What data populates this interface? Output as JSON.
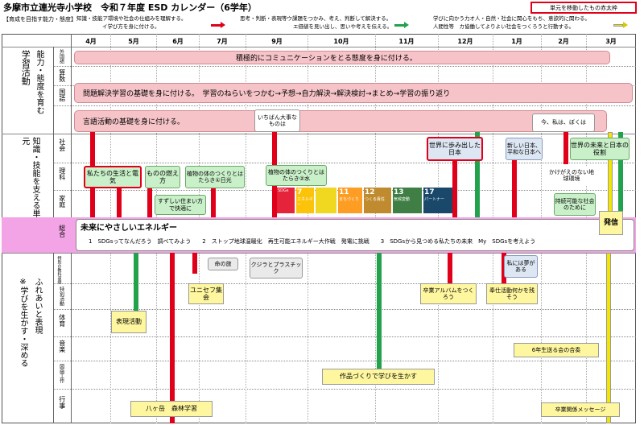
{
  "header": {
    "title": "多摩市立連光寺小学校　令和７年度 ESD カレンダー（6学年）",
    "subtitle": "【育成を目指す能力・態度】",
    "knowledge": "知識・技能ア環境や社会の仕組みを理解する。",
    "knowledge_2": "イ学び方を身に付ける。",
    "thinking": "思考・判断・表現等ウ課題をつかみ、考え、判断して解決する。",
    "thinking_2": "エ価値を見い出し、思いや考えを伝える。",
    "attitude": "学びに向かう力オ人・自然・社会に関心をもち、意欲的に関わる。",
    "attitude_2": "人間性等　カ協働してよりよい社会をつくろうと行動する。",
    "legend": "単元を移動したもの赤太枠"
  },
  "months": [
    "4月",
    "5月",
    "6月",
    "7月",
    "9月",
    "10月",
    "11月",
    "12月",
    "1月",
    "2月",
    "3月"
  ],
  "row_headers": {
    "gakushu": "学習活動",
    "nouryoku": "能力・態度を育む",
    "chishiki": "知識・技能を支える単元",
    "fureai": "ふれあいと表現",
    "fureai_note": "※学びを生かす・深める",
    "gaikokugo": "外国語",
    "sansu": "算数",
    "kokugo": "国語",
    "shakai": "社会",
    "rika": "理科",
    "katei": "家庭",
    "sogo": "総合",
    "tokubetsu_kyoka": "特別の教科道徳",
    "tokubetsu_katsudo": "特別活動",
    "taiiku": "体育",
    "ongaku": "音楽",
    "zuko": "図画工作",
    "gyoji": "行事"
  },
  "bars": {
    "gaikokugo": "積極的にコミュニケーションをとる態度を身に付ける。",
    "sansu": "問題解決学習の基礎を身に付ける。　学習のねらいをつかむ→予想→自力解決→解決検討→まとめ→学習の振り返り",
    "kokugo": "言語活動の基礎を身に付ける。"
  },
  "boxes": {
    "ichiban": "いちばん大事なものは",
    "ima_watashi": "今、私は、ぼくは",
    "sekai_ayumi": "世界に歩み出した日本",
    "atarashii_nihon": "新しい日本、平和な日本へ",
    "sekai_mirai": "世界の未来と日本の役割",
    "watashitachi_seikatsu": "私たちの生活と電気",
    "mono_moekata": "ものの燃え方",
    "shokubutsu_hikari": "植物の体のつくりとはたらき①日光",
    "shokubutsu_mizu": "植物の体のつくりとはたらき②水",
    "kagayaki": "かけがえのない地球環境",
    "zukishii": "すずしい住まい方で快適に",
    "jizoku": "持続可能な社会のために",
    "hasshin": "発信",
    "inochi": "命の旅",
    "kujira": "クジラとプラスチック",
    "watashi_yume": "私には夢がある",
    "unicef": "ユニセフ集会",
    "sotsugyo_album": "卒業アルバムをつくろう",
    "hoshi": "奉仕活動何かを残そう",
    "hyogen": "表現活動",
    "rokunen": "6年生送る会の合奏",
    "sakuhin": "作品づくりで学びを生かす",
    "yatsugatake": "八ヶ岳　森林学習",
    "sotsugyo_msg": "卒業関係メッセージ"
  },
  "sogo": {
    "title": "未来にやさしいエネルギー",
    "steps": "1　SDGsってなんだろう　調べてみよう　　2　ストップ地球温暖化　再生可能エネルギー大作戦　発電に挑戦　　3　SDGsから見つめる私たちの未来　My　SDGsを考えよう"
  },
  "sdgs": [
    {
      "num": "7",
      "label": "エネルギー",
      "color": "#fcc30b"
    },
    {
      "num": "11",
      "label": "まちづくり",
      "color": "#fd9d24"
    },
    {
      "num": "12",
      "label": "つくる責任",
      "color": "#bf8b2e"
    },
    {
      "num": "13",
      "label": "気候変動",
      "color": "#3f7e44"
    },
    {
      "num": "17",
      "label": "パートナー",
      "color": "#19486a"
    }
  ],
  "sdg_first": {
    "num": "",
    "label": "SDGs",
    "color": "#e5243b"
  },
  "colors": {
    "red_arrow": "#e0001a",
    "green_arrow": "#23a24d",
    "yellow_arrow": "#f2e600",
    "sogo_band": "#f3a4e6"
  }
}
